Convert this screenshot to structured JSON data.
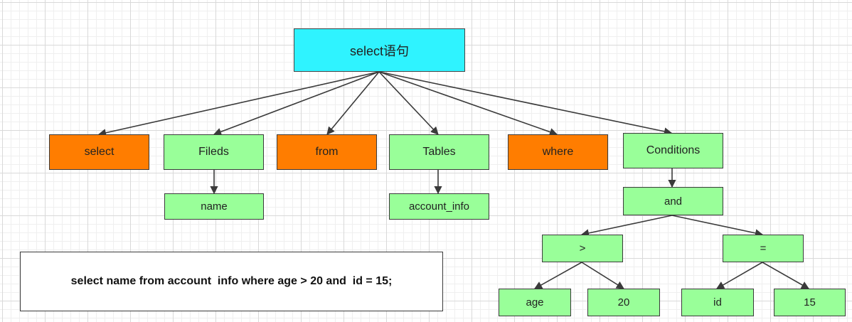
{
  "nodes": {
    "root": "select语句",
    "select": "select",
    "fields": "Fileds",
    "from": "from",
    "tables": "Tables",
    "where": "where",
    "conditions": "Conditions",
    "name": "name",
    "account_info": "account_info",
    "and": "and",
    "gt": ">",
    "eq": "=",
    "age": "age",
    "twenty": "20",
    "id": "id",
    "fifteen": "15"
  },
  "sql": "select name from account  info where age > 20 and  id = 15;",
  "colors": {
    "root": "#2ff3ff",
    "keyword": "#ff7d00",
    "node": "#99ff99",
    "edge": "#3a3a3a"
  }
}
